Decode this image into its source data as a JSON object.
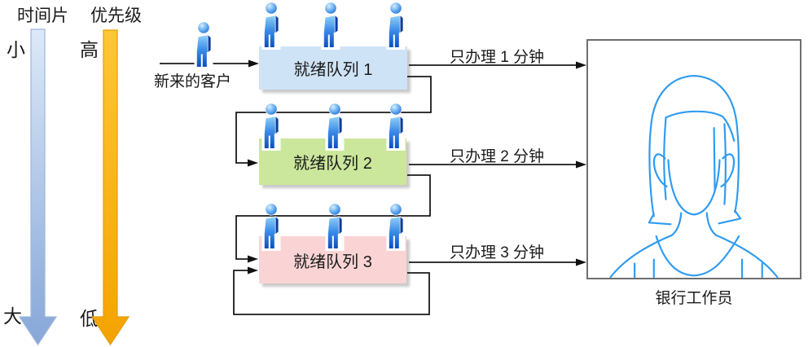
{
  "legend": {
    "time_slice": {
      "label": "时间片",
      "top_label": "小",
      "bottom_label": "大",
      "color": "#AEC8E8"
    },
    "priority": {
      "label": "优先级",
      "top_label": "高",
      "bottom_label": "低",
      "color": "#FCB814"
    }
  },
  "incoming_customer": {
    "label": "新来的客户"
  },
  "queues": [
    {
      "label": "就绪队列 1",
      "fill": "#CFE3F6",
      "waiting_customers": 3,
      "service_label": "只办理 1 分钟"
    },
    {
      "label": "就绪队列 2",
      "fill": "#CBE79B",
      "waiting_customers": 3,
      "service_label": "只办理 2 分钟"
    },
    {
      "label": "就绪队列 3",
      "fill": "#FAD4D4",
      "waiting_customers": 3,
      "service_label": "只办理 3 分钟"
    }
  ],
  "server": {
    "label": "银行工作员",
    "portrait_line_color": "#2F9BF0"
  },
  "icons": {
    "person": "person-icon",
    "down_arrow_blue": "down-arrow-icon",
    "down_arrow_orange": "down-arrow-icon"
  }
}
